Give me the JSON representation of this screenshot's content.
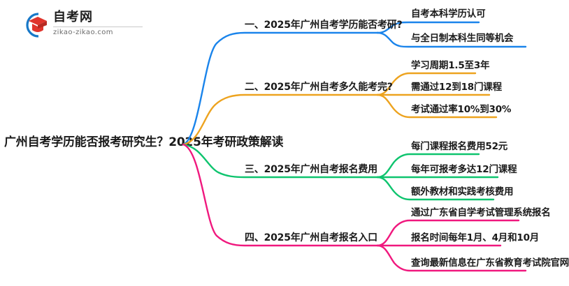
{
  "logo": {
    "name_cn": "自考网",
    "url": "zikao-zikao.com",
    "mark_icon": "graduation-cap-logo-icon",
    "arc_color": "#1878c8",
    "cap_color": "#e0342c"
  },
  "root": {
    "title": "广州自考学历能否报考研究生？2025年考研政策解读"
  },
  "branches": [
    {
      "color": "#1a84eb",
      "label": "一、2025年广州自考学历能否考研?",
      "leaves": [
        "自考本科学历认可",
        "与全日制本科生同等机会"
      ]
    },
    {
      "color": "#eda31f",
      "label": "二、2025年广州自考多久能考完?",
      "leaves": [
        "学习周期1.5至3年",
        "需通过12到18门课程",
        "考试通过率10%到30%"
      ]
    },
    {
      "color": "#0ec46e",
      "label": "三、2025年广州自考报名费用",
      "leaves": [
        "每门课程报名费用52元",
        "每年可报考多达12门课程",
        "额外教材和实践考核费用"
      ]
    },
    {
      "color": "#f0187e",
      "label": "四、2025年广州自考报名入口",
      "leaves": [
        "通过广东省自学考试管理系统报名",
        "报名时间每年1月、4月和10月",
        "查询最新信息在广东省教育考试院官网"
      ]
    }
  ]
}
